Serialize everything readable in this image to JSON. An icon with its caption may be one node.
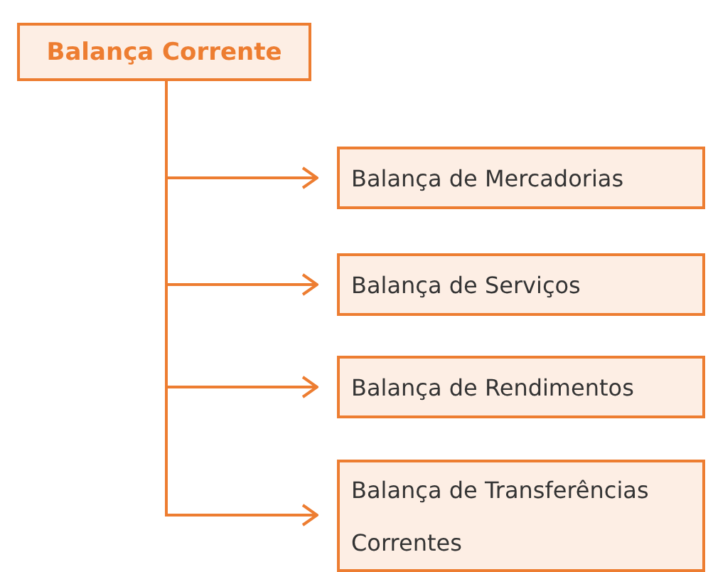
{
  "diagram": {
    "nodes": [
      {
        "text": [
          "Balança Corrente"
        ]
      },
      {
        "text": [
          "Balança de Mercadorias"
        ]
      },
      {
        "text": [
          "Balança de Serviços"
        ]
      },
      {
        "text": [
          "Balança de Rendimentos"
        ]
      },
      {
        "text": [
          "Balança de Transferências Correntes"
        ]
      }
    ],
    "edges": [
      {
        "from": 0,
        "to": 1,
        "arrow": "to"
      },
      {
        "from": 0,
        "to": 2,
        "arrow": "to"
      },
      {
        "from": 0,
        "to": 3,
        "arrow": "to"
      },
      {
        "from": 0,
        "to": 4,
        "arrow": "to"
      }
    ]
  }
}
